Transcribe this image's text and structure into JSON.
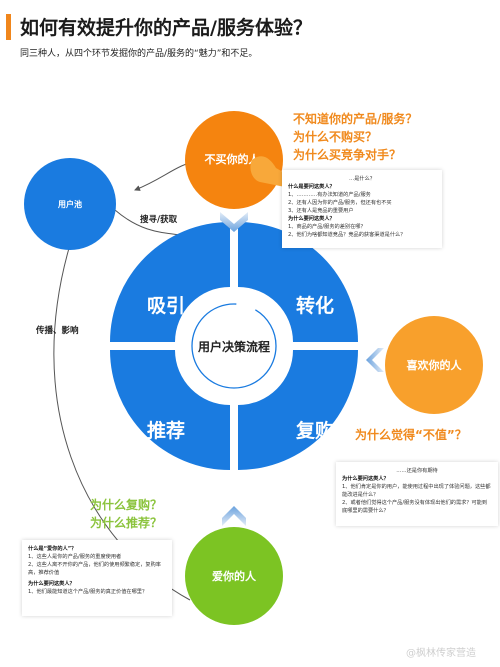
{
  "header": {
    "title": "如何有效提升你的产品/服务体验？",
    "subtitle": "同三种人，从四个环节发掘你的产品/服务的“魅力”和不足。"
  },
  "cycle": {
    "center": "用户决策流程",
    "segments": [
      "吸引",
      "转化",
      "推荐",
      "复购"
    ]
  },
  "nodes": {
    "user_pool": "用户池",
    "buyers_not": "不买你的人",
    "like_you": "喜欢你的人",
    "love_you": "爱你的人"
  },
  "flows": {
    "search_acquire": "搜寻/获取",
    "spread_influence": "传播、影响"
  },
  "questions": {
    "not_buy": [
      "不知道你的产品/服务？",
      "为什么不购买？",
      "为什么买竞争对手？"
    ],
    "not_worth": "为什么觉得“不值”？",
    "rebuy": [
      "为什么复购？",
      "为什么推荐？"
    ]
  },
  "cards": {
    "top": {
      "partial_head": "…是什么？",
      "q1_head": "什么是要问这类人？",
      "q1_items": [
        "1、…………有办法知道的产品/服务",
        "2、还有人因为你的产品/服务，但还有也不买",
        "3、还有人是竞品的重要用户"
      ],
      "q2_head": "为什么要问这类人？",
      "q2_items": [
        "1、商品的产品/服务的差别在哪？",
        "2、他们为啥都知道竞品？竞品的获客渠道是什么？"
      ]
    },
    "right": {
      "top_note": "……还是你有期待",
      "head": "为什么要问这类人？",
      "items": [
        "1、他们肯定是你的用户，能使用过程中出现了体验问题，这些都能改进是什么？",
        "2、或者他们觉得这个产品/服务没有体现出他们的需求？可能到底哪里的需要什么？"
      ]
    },
    "bottom": {
      "head1": "什么是“爱你的人”？",
      "items1": [
        "1、这些人是你的产品/服务的重度使用者",
        "2、这些人离不开你的产品，他们的使用频繁稳定，复购率高，推荐价值"
      ],
      "head2": "为什么要问这类人？",
      "items2": [
        "1、他们最能知道这个产品/服务的真正价值在哪里？"
      ]
    }
  },
  "watermark": "@枫林传家营造",
  "colors": {
    "blue": "#1a7be0",
    "orange": "#f5840f",
    "light_orange": "#f8a02c",
    "green": "#7cc423"
  }
}
